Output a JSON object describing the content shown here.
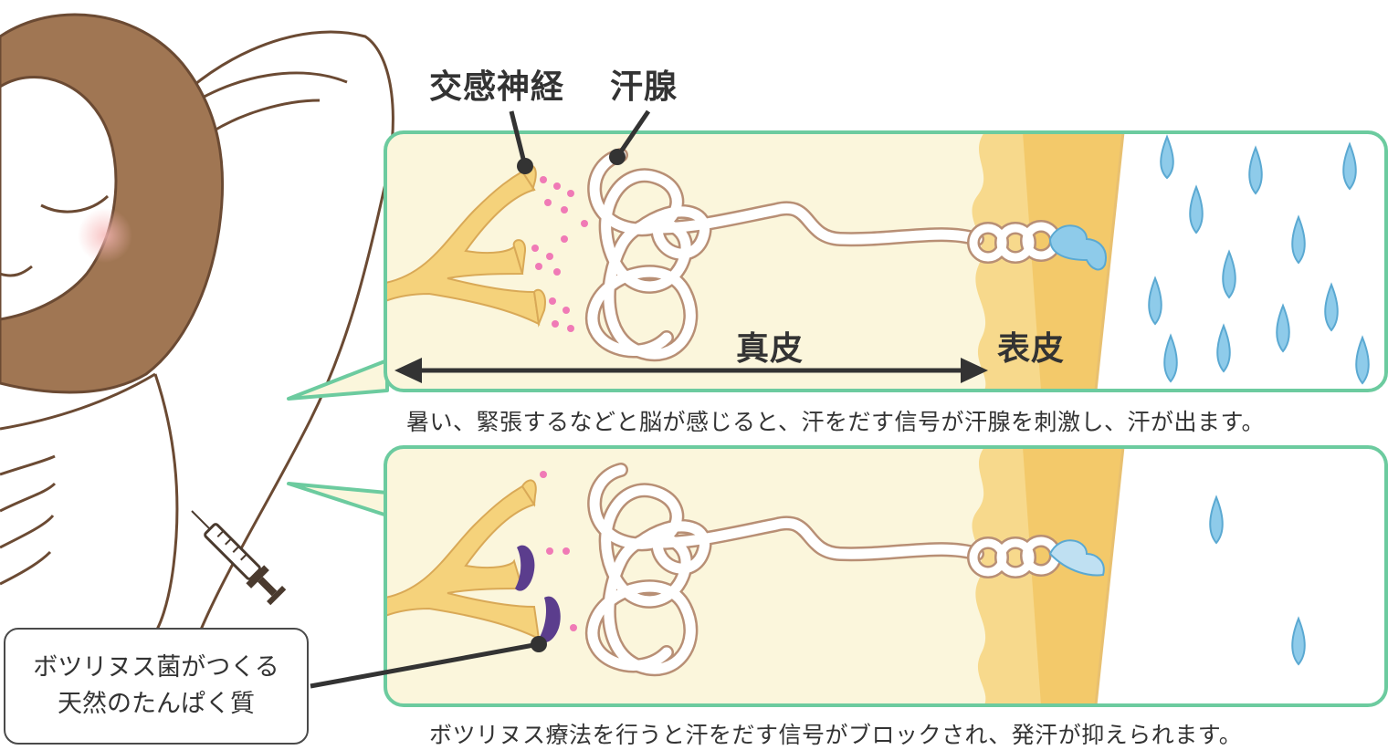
{
  "labels": {
    "nerve": "交感神経",
    "gland": "汗腺",
    "dermis": "真皮",
    "epidermis": "表皮"
  },
  "captions": {
    "top": "暑い、緊張するなどと脳が感じると、汗をだす信号が汗腺を刺激し、汗が出ます。",
    "bottom": "ボツリヌス療法を行うと汗をだす信号がブロックされ、発汗が抑えられます。"
  },
  "callout": {
    "line1": "ボツリヌス菌がつくる",
    "line2": "天然のたんぱく質"
  },
  "colors": {
    "panel_border": "#6ccb9f",
    "dermis_bg": "#fbf6dc",
    "epidermis": "#f7d98c",
    "nerve": "#f5d27b",
    "signal": "#f07ab6",
    "sweat": "#8ecbea",
    "blocker": "#5b3d8d",
    "hair": "#a07653",
    "line": "#6b4a33"
  }
}
